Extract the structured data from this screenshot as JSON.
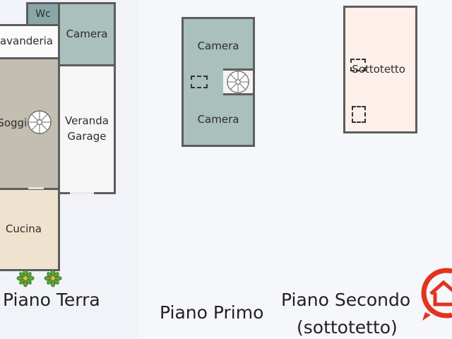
{
  "ground_floor": {
    "rooms": {
      "wc": "Wc",
      "laundry": "avanderia",
      "bedroom": "Camera",
      "living": "Soggiorno",
      "veranda": "Veranda",
      "garage": "Garage",
      "kitchen": "Cucina"
    },
    "caption": "Piano Terra"
  },
  "first_floor": {
    "rooms": {
      "bedroom_top": "Camera",
      "bedroom_bottom": "Camera"
    },
    "caption": "Piano Primo"
  },
  "second_floor": {
    "rooms": {
      "attic": "Sottotetto"
    },
    "caption_line1": "Piano Secondo",
    "caption_line2": "(sottotetto)"
  },
  "colors": {
    "wall": "#5d5d5d",
    "wc_fill": "#8aa7a8",
    "bedroom_fill": "#a9c0bd",
    "living_fill": "#c3bdb2",
    "kitchen_fill": "#efe2cf",
    "veranda_fill": "#f6f6f6",
    "attic_fill": "#fdf0ea",
    "logo_red": "#e3321f"
  },
  "icons": [
    "spiral-staircase-icon",
    "plant-icon",
    "house-logo-icon"
  ]
}
